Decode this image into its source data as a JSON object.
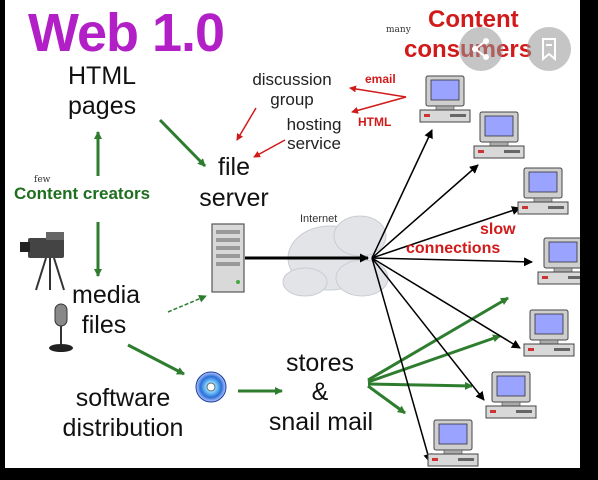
{
  "title": "Web 1.0",
  "labels": {
    "html_pages": [
      "HTML",
      "pages"
    ],
    "few": "few",
    "content_creators": "Content creators",
    "media_files": [
      "media",
      "files"
    ],
    "software_distribution": [
      "software",
      "distribution"
    ],
    "file_server": [
      "file",
      "server"
    ],
    "discussion_group": [
      "discussion",
      "group"
    ],
    "hosting_service": [
      "hosting",
      "service"
    ],
    "email": "email",
    "html": "HTML",
    "internet": "Internet",
    "stores_snail_mail": [
      "stores",
      "&",
      "snail mail"
    ],
    "many": "many",
    "content_consumers": [
      "Content",
      "consumers"
    ],
    "slow_connections": [
      "slow",
      "connections"
    ]
  },
  "colors": {
    "title": "#b21fc7",
    "green_arrow": "#2e7d2e",
    "red_accent": "#d11a1a",
    "black_arrow": "#000000"
  },
  "overlay_icons": [
    "share-icon",
    "bookmark-icon"
  ]
}
